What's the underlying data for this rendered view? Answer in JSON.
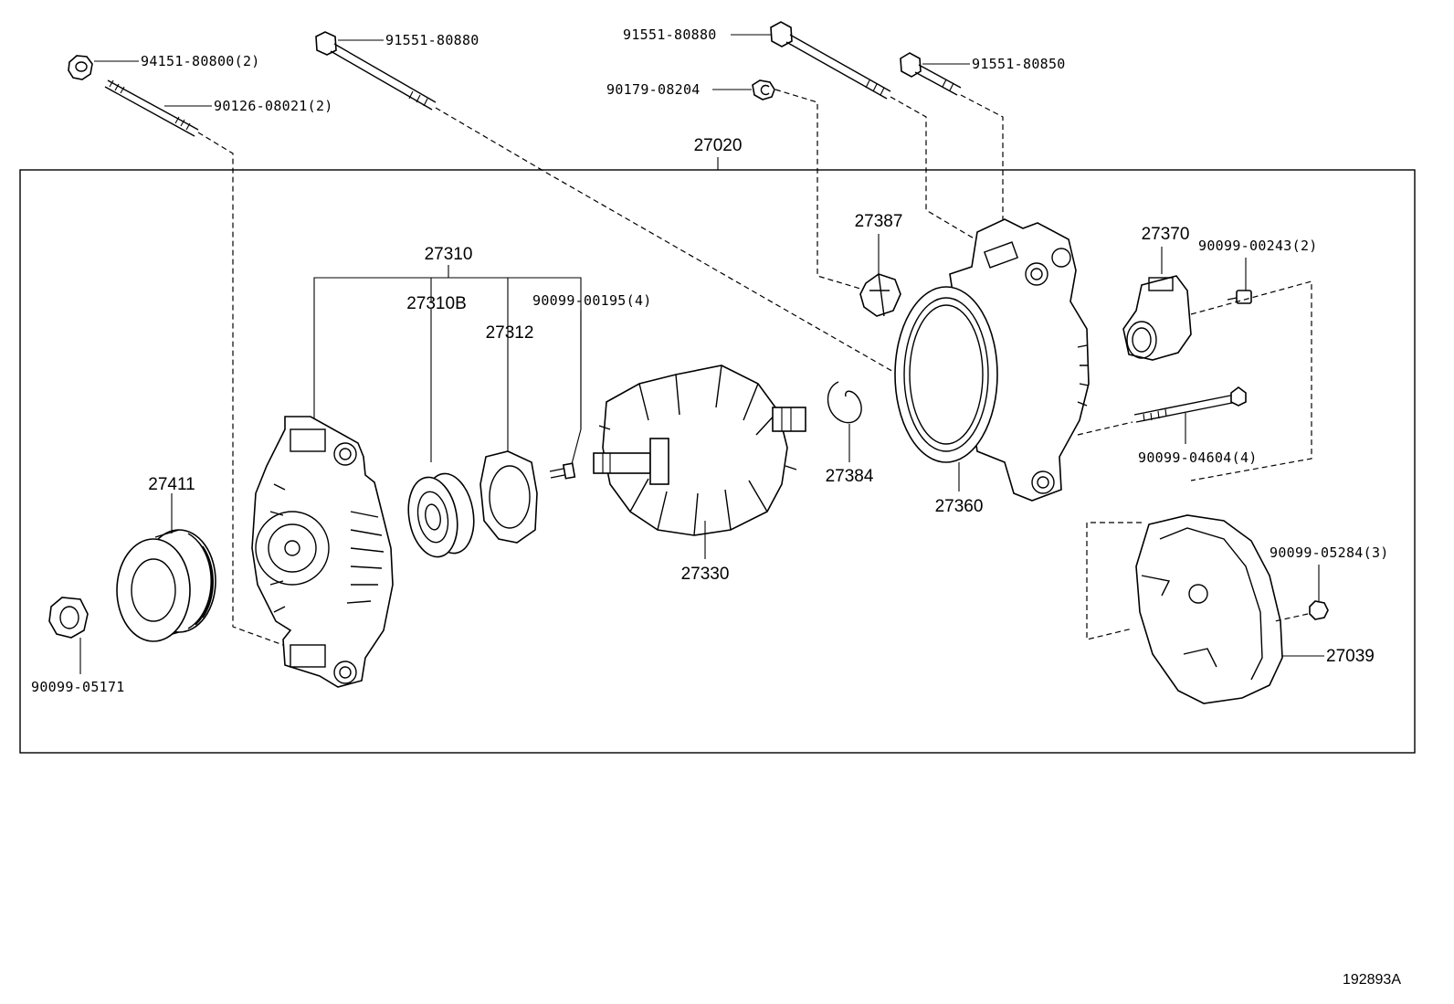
{
  "diagram_id": "192893A",
  "parts": {
    "nut_94151": "94151-80800(2)",
    "stud_90126": "90126-08021(2)",
    "bolt_91551_a": "91551-80880",
    "bolt_91551_b": "91551-80880",
    "nut_90179": "90179-08204",
    "bolt_91551_c": "91551-80850",
    "assembly_27020": "27020",
    "frame_27310": "27310",
    "bearing_27310b": "27310B",
    "retainer_27312": "27312",
    "screw_90099_00195": "90099-00195(4)",
    "cover_27387": "27387",
    "regulator_27370": "27370",
    "screw_90099_00243": "90099-00243(2)",
    "pulley_27411": "27411",
    "ring_27384": "27384",
    "frame_27360": "27360",
    "bolt_90099_04604": "90099-04604(4)",
    "rotor_27330": "27330",
    "nut_90099_05284": "90099-05284(3)",
    "cover_27039": "27039",
    "nut_90099_05171": "90099-05171"
  }
}
